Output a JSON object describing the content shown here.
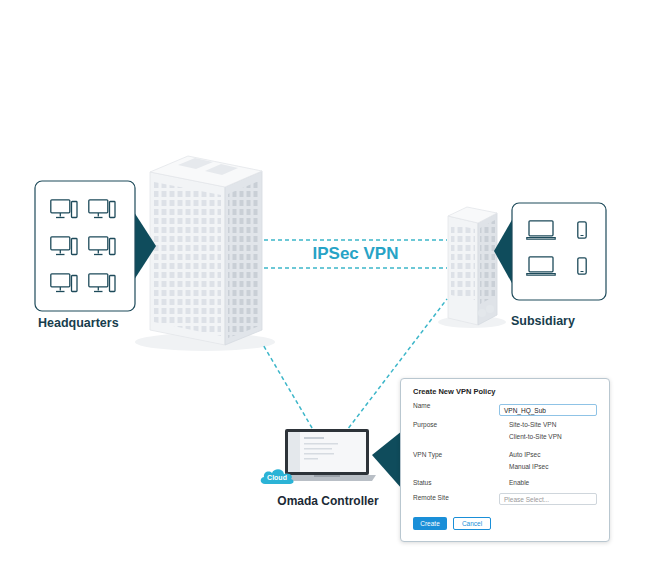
{
  "diagram": {
    "nodes": [
      {
        "text": [
          "Headquarters"
        ]
      },
      {
        "text": [
          "Subsidiary"
        ]
      },
      {
        "text": [
          "Omada Controller"
        ]
      },
      {
        "text": [
          "Cloud"
        ],
        "in": 2
      },
      {
        "text": [
          "Create New VPN Policy"
        ]
      },
      {
        "text": [
          "VPN_HQ_Sub"
        ],
        "in": 4
      },
      {
        "text": [
          "Please Select..."
        ],
        "in": 4
      },
      {
        "text": [
          "Create"
        ],
        "in": 4
      },
      {
        "text": [
          "Cancel"
        ],
        "in": 4
      }
    ],
    "edges": [
      {
        "from": 0,
        "to": 1,
        "arrow": "none",
        "label": "IPSec VPN"
      },
      {
        "from": 2,
        "to": 0,
        "arrow": "none"
      },
      {
        "from": 2,
        "to": 1,
        "arrow": "none"
      }
    ],
    "labels": [
      "Name",
      "Purpose",
      "Site-to-Site VPN",
      "Client-to-Site VPN",
      "VPN Type",
      "Auto IPsec",
      "Manual IPsec",
      "Status",
      "Enable",
      "Remote Site"
    ]
  }
}
